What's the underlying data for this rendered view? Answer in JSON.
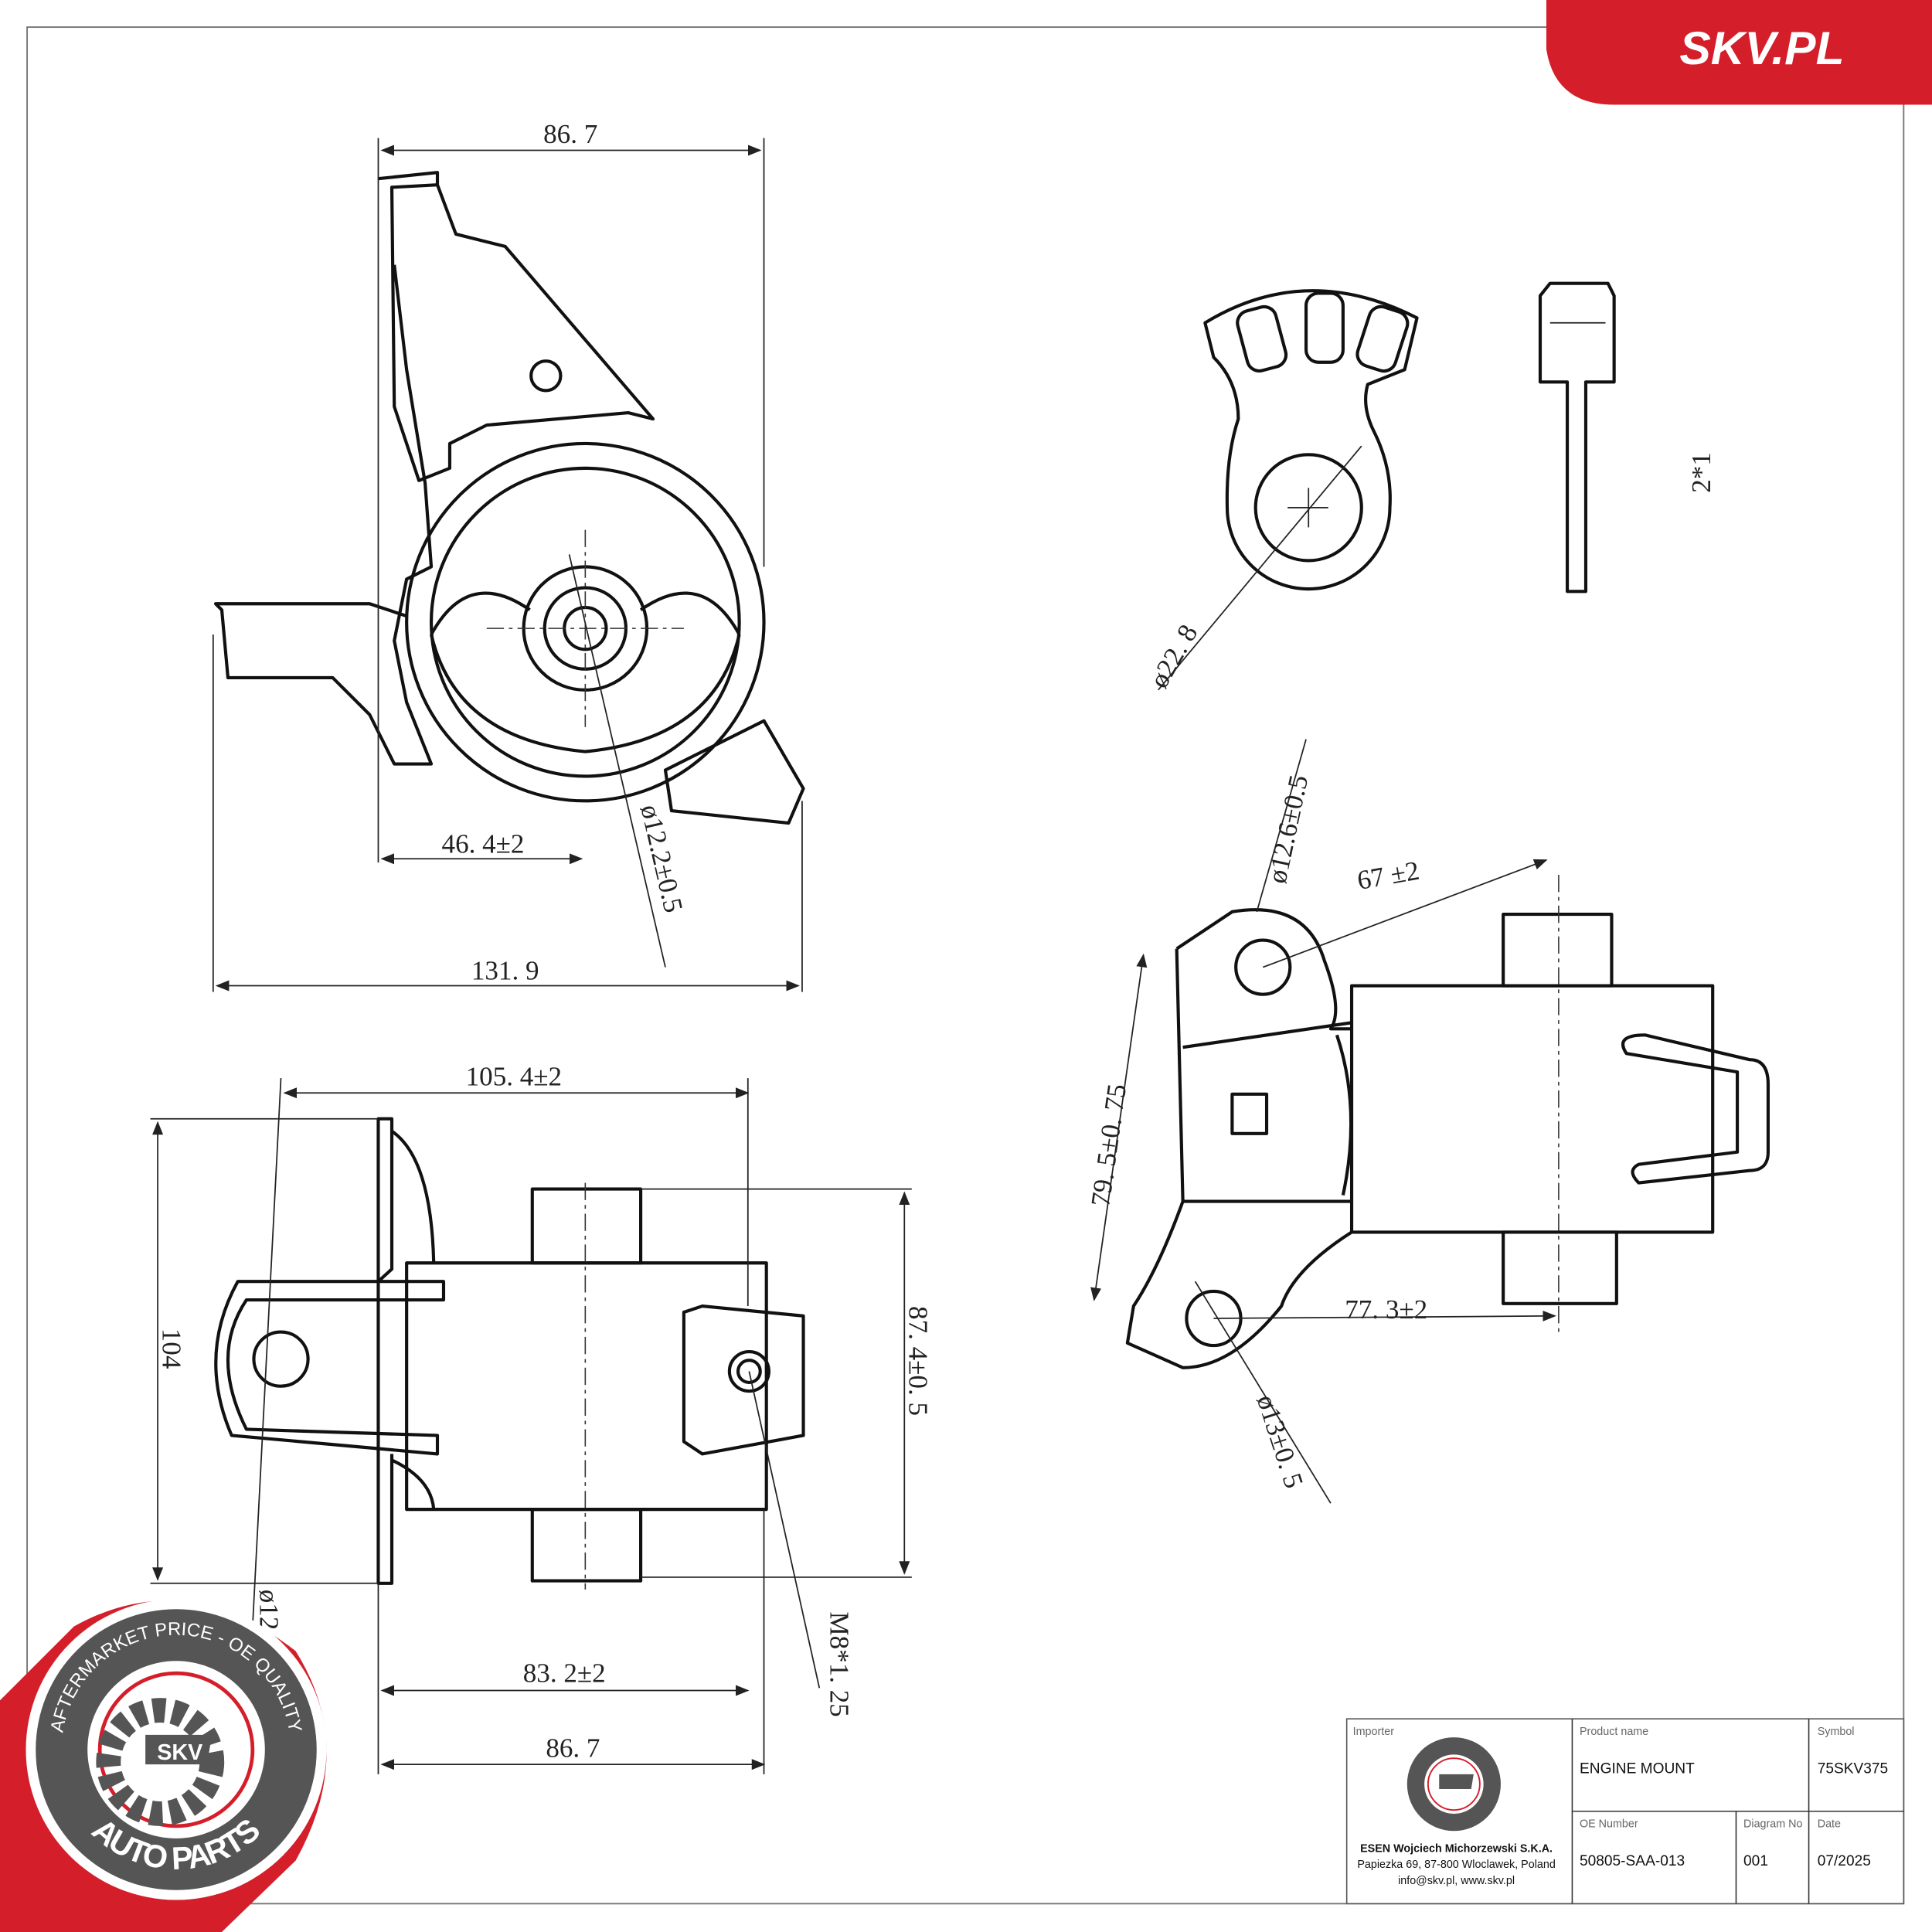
{
  "brand": {
    "site_logo": "SKV.PL",
    "red": "#d41f2b",
    "gray": "#555555"
  },
  "stamp": {
    "top_text": "AFTERMARKET PRICE - OE QUALITY",
    "center_text": "SKV",
    "bottom_text": "AUTO PARTS"
  },
  "dimensions": {
    "top_left": {
      "width_top": "86. 7",
      "offset": "46. 4±2",
      "total_width": "131. 9",
      "hole_dia": "ø12.2±0.5"
    },
    "top_right": {
      "dia": "ø22. 8",
      "thickness": "2*1"
    },
    "right": {
      "hole_dia_top": "ø12.6±0.5",
      "dist_top": "67 ±2",
      "height": "79. 5±0. 75",
      "dist_bottom": "77. 3±2",
      "hole_dia_bottom": "ø13±0. 5"
    },
    "bottom_left": {
      "width_top": "105. 4±2",
      "height_total": "104",
      "height_body": "87. 4±0. 5",
      "width_mid": "83. 2±2",
      "width_bottom": "86. 7",
      "thread": "M8*1. 25",
      "hole_dia": "ø12"
    }
  },
  "title_block": {
    "importer_label": "Importer",
    "importer_name": "ESEN Wojciech Michorzewski S.K.A.",
    "importer_address": "Papiezka 69, 87-800 Wloclawek, Poland",
    "importer_contact": "info@skv.pl, www.skv.pl",
    "product_name_label": "Product name",
    "product_name": "ENGINE MOUNT",
    "symbol_label": "Symbol",
    "symbol": "75SKV375",
    "oe_number_label": "OE Number",
    "oe_number": "50805-SAA-013",
    "diagram_no_label": "Diagram No",
    "diagram_no": "001",
    "date_label": "Date",
    "date": "07/2025"
  }
}
